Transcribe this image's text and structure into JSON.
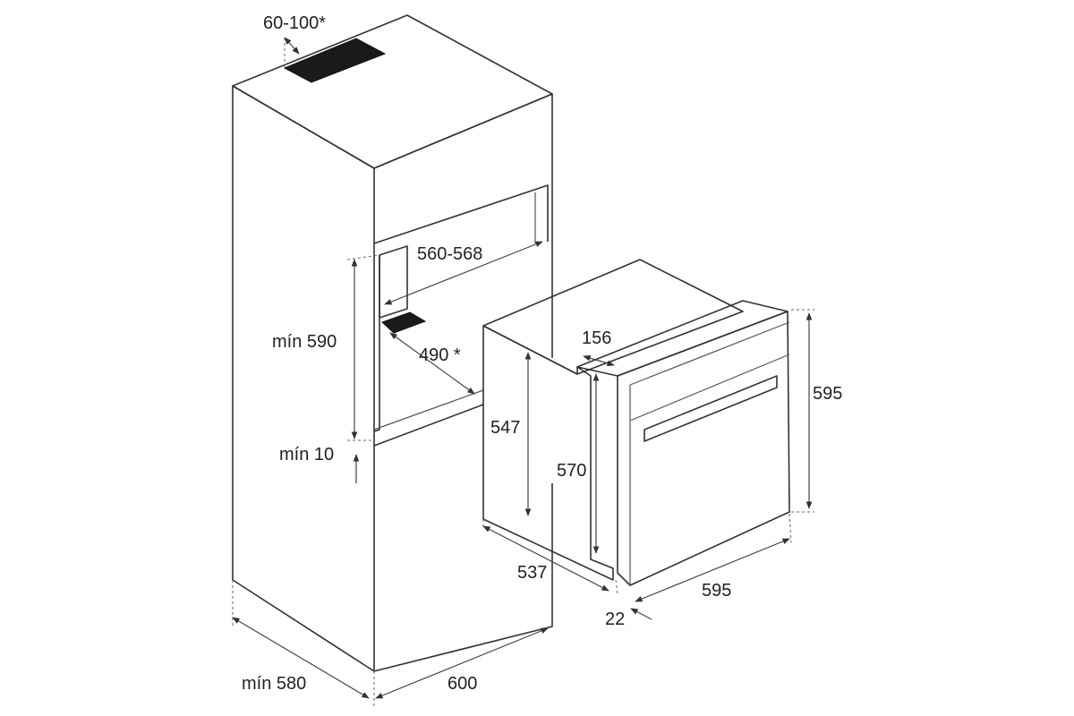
{
  "dimensions": {
    "vent_gap": "60-100*",
    "niche_width": "560-568",
    "niche_height_min": "mín 590",
    "depth_vent": "490 *",
    "gap_min": "mín 10",
    "cabinet_depth_min": "mín 580",
    "cabinet_width": "600",
    "oven_body_height": "547",
    "oven_front_height": "570",
    "oven_depth": "537",
    "oven_front_thickness": "156",
    "front_panel_height": "595",
    "front_panel_width": "595",
    "front_panel_depth": "22"
  }
}
